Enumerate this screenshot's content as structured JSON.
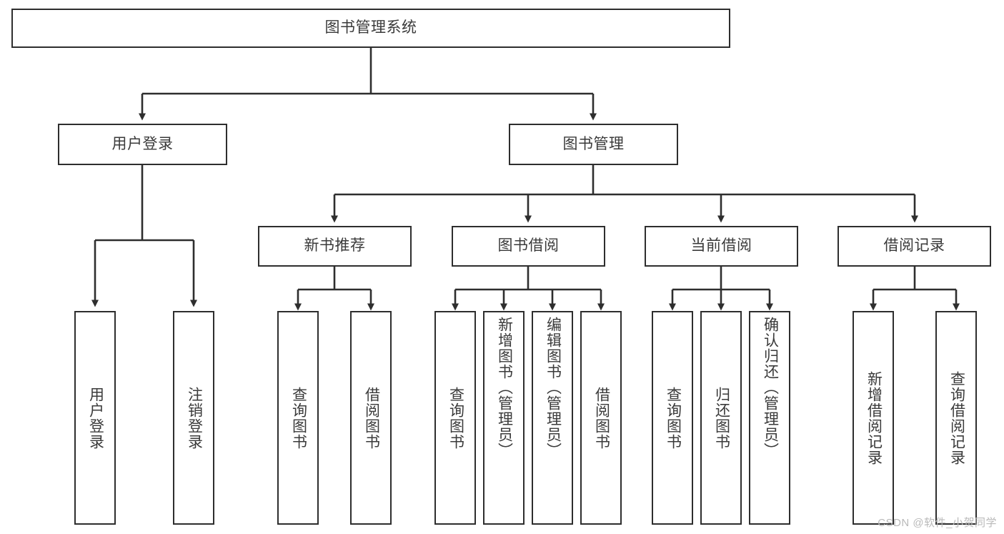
{
  "diagram": {
    "type": "tree",
    "title": "图书管理系统",
    "watermark": "CSDN @软件_小贺同学",
    "colors": {
      "box_border": "#2e2e2e",
      "box_fill": "#ffffff",
      "connector": "#2e2e2e",
      "text": "#3a3a3a",
      "watermark": "#b9b9b9"
    },
    "root": {
      "label": "图书管理系统"
    },
    "level2": [
      {
        "id": "user-login",
        "label": "用户登录"
      },
      {
        "id": "book-manage",
        "label": "图书管理"
      }
    ],
    "level3": [
      {
        "id": "new-book-recommend",
        "label": "新书推荐",
        "parent": "book-manage"
      },
      {
        "id": "book-borrow",
        "label": "图书借阅",
        "parent": "book-manage"
      },
      {
        "id": "current-borrow",
        "label": "当前借阅",
        "parent": "book-manage"
      },
      {
        "id": "borrow-record",
        "label": "借阅记录",
        "parent": "book-manage"
      }
    ],
    "leaves": [
      {
        "id": "leaf-user-login",
        "label": "用户登录",
        "parent": "user-login"
      },
      {
        "id": "leaf-user-logout",
        "label": "注销登录",
        "parent": "user-login"
      },
      {
        "id": "leaf-query-book-1",
        "label": "查询图书",
        "parent": "new-book-recommend"
      },
      {
        "id": "leaf-borrow-book-1",
        "label": "借阅图书",
        "parent": "new-book-recommend"
      },
      {
        "id": "leaf-query-book-2",
        "label": "查询图书",
        "parent": "book-borrow"
      },
      {
        "id": "leaf-add-book",
        "label": "新增图书（管理员）",
        "parent": "book-borrow"
      },
      {
        "id": "leaf-edit-book",
        "label": "编辑图书（管理员）",
        "parent": "book-borrow"
      },
      {
        "id": "leaf-borrow-book-2",
        "label": "借阅图书",
        "parent": "book-borrow"
      },
      {
        "id": "leaf-query-book-3",
        "label": "查询图书",
        "parent": "current-borrow"
      },
      {
        "id": "leaf-return-book",
        "label": "归还图书",
        "parent": "current-borrow"
      },
      {
        "id": "leaf-confirm-return",
        "label": "确认归还（管理员）",
        "parent": "current-borrow"
      },
      {
        "id": "leaf-add-record",
        "label": "新增借阅记录",
        "parent": "borrow-record"
      },
      {
        "id": "leaf-query-record",
        "label": "查询借阅记录",
        "parent": "borrow-record"
      }
    ]
  }
}
